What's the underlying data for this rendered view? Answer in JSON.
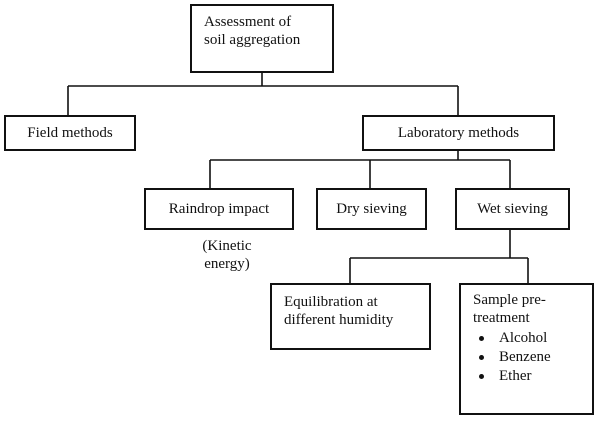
{
  "diagram": {
    "root": {
      "line1": "Assessment of",
      "line2": "soil aggregation"
    },
    "field_methods": "Field methods",
    "laboratory_methods": "Laboratory methods",
    "raindrop_impact": "Raindrop impact",
    "kinetic_note": {
      "line1": "(Kinetic",
      "line2": "energy)"
    },
    "dry_sieving": "Dry sieving",
    "wet_sieving": "Wet sieving",
    "equilibration": {
      "line1": "Equilibration at",
      "line2": "different humidity"
    },
    "pretreatment": {
      "line1": "Sample pre-",
      "line2": "treatment",
      "items": [
        "Alcohol",
        "Benzene",
        "Ether"
      ]
    }
  },
  "colors": {
    "line": "#111111",
    "background": "#ffffff"
  }
}
